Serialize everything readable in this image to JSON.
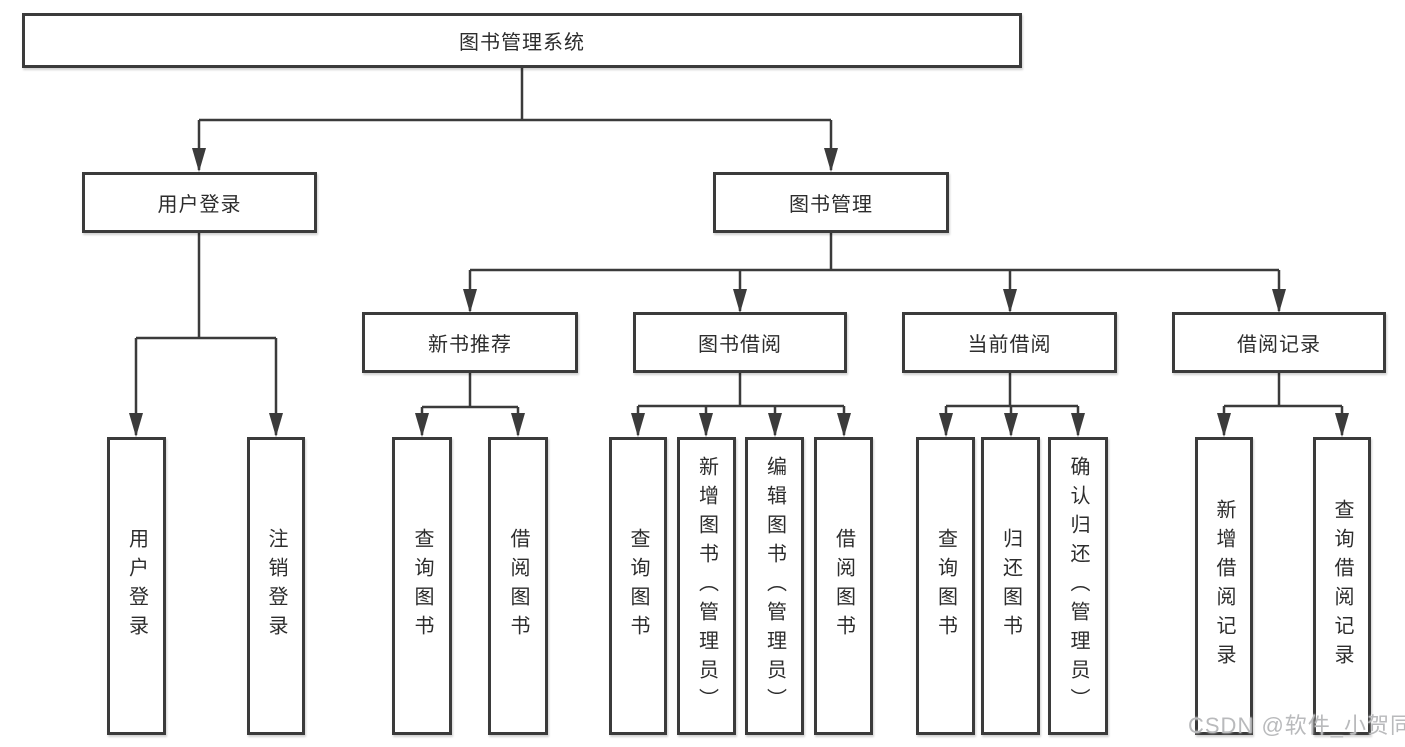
{
  "tree": {
    "label": "图书管理系统",
    "children": [
      {
        "label": "用户登录",
        "children": [
          {
            "label": "用户登录"
          },
          {
            "label": "注销登录"
          }
        ]
      },
      {
        "label": "图书管理",
        "children": [
          {
            "label": "新书推荐",
            "children": [
              {
                "label": "查询图书"
              },
              {
                "label": "借阅图书"
              }
            ]
          },
          {
            "label": "图书借阅",
            "children": [
              {
                "label": "查询图书"
              },
              {
                "label": "新增图书（管理员）"
              },
              {
                "label": "编辑图书（管理员）"
              },
              {
                "label": "借阅图书"
              }
            ]
          },
          {
            "label": "当前借阅",
            "children": [
              {
                "label": "查询图书"
              },
              {
                "label": "归还图书"
              },
              {
                "label": "确认归还（管理员）"
              }
            ]
          },
          {
            "label": "借阅记录",
            "children": [
              {
                "label": "新增借阅记录"
              },
              {
                "label": "查询借阅记录"
              }
            ]
          }
        ]
      }
    ]
  },
  "watermark": {
    "text": "CSDN @软件_小贺同学"
  },
  "colors": {
    "line": "#3b3b3b",
    "box_border": "#3b3b3b",
    "box_background": "#ffffff",
    "text": "#2d2d2d",
    "watermark": "#b9babc",
    "page_background": "#ffffff"
  }
}
